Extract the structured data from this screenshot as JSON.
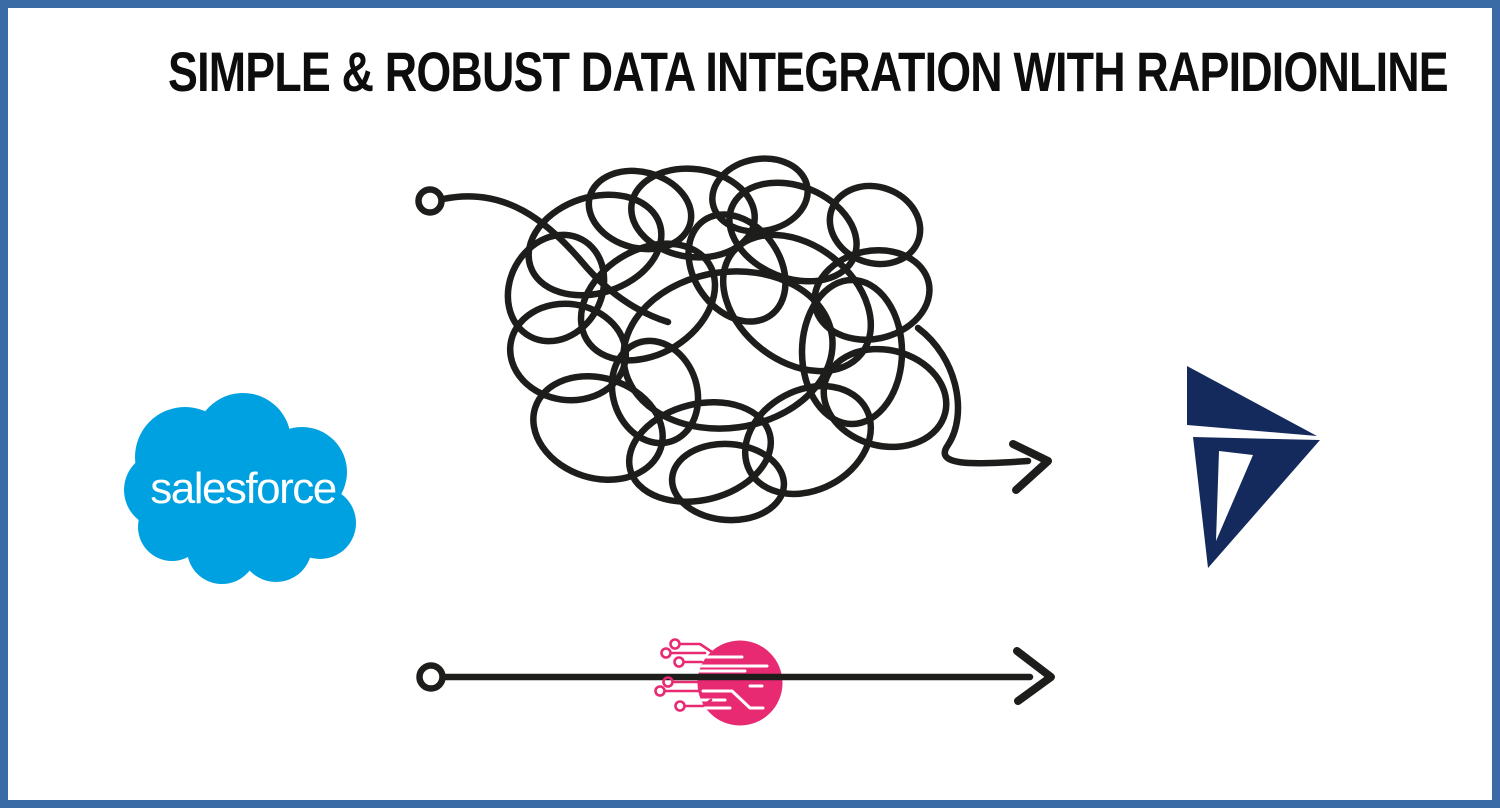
{
  "title": "SIMPLE & ROBUST DATA INTEGRATION WITH RAPIDIONLINE",
  "colors": {
    "border_blue": "#3A6BA5",
    "line_black": "#1D1D1B",
    "salesforce_blue": "#00A1E0",
    "dynamics_navy": "#152A5C",
    "rapidionline_pink": "#E82A72",
    "white": "#FFFFFF"
  },
  "salesforce": {
    "wordmark": "salesforce"
  },
  "icons": {
    "salesforce_cloud": "salesforce-cloud-logo",
    "dynamics365": "microsoft-dynamics-365-logo",
    "rapidionline": "rapidionline-circuit-circle-icon",
    "tangled_path": "tangled-scribble-arrow",
    "straight_path": "straight-line-arrow"
  }
}
